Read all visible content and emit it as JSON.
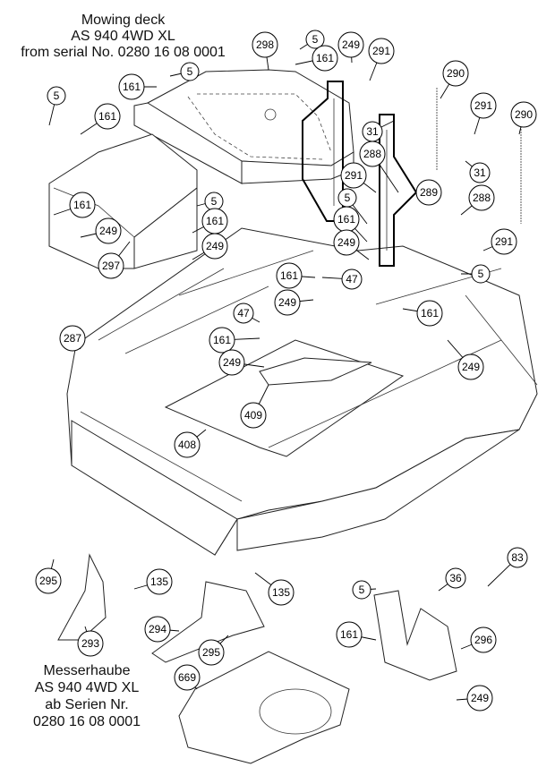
{
  "title_top": [
    "Mowing deck",
    "AS 940 4WD XL",
    "from serial No. 0280 16 08 0001"
  ],
  "title_bottom": [
    "Messerhaube",
    "AS 940 4WD XL",
    "ab Serien Nr.",
    "0280 16 08 0001"
  ],
  "callouts": [
    "298",
    "5",
    "249",
    "161",
    "5",
    "161",
    "5",
    "161",
    "291",
    "290",
    "291",
    "290",
    "31",
    "288",
    "291",
    "289",
    "31",
    "288",
    "291",
    "5",
    "161",
    "249",
    "161",
    "249",
    "5",
    "161",
    "249",
    "297",
    "161",
    "47",
    "249",
    "5",
    "161",
    "47",
    "161",
    "249",
    "249",
    "287",
    "409",
    "408",
    "83",
    "36",
    "5",
    "295",
    "135",
    "135",
    "294",
    "295",
    "293",
    "161",
    "296",
    "669",
    "249"
  ]
}
